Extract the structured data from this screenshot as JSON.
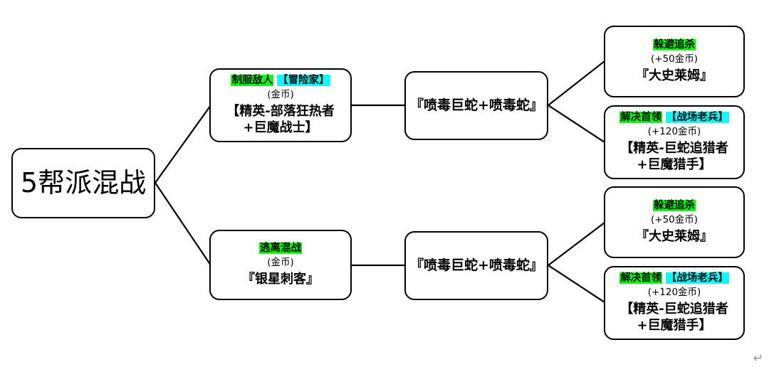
{
  "diagram": {
    "title": "5帮派混战",
    "root": {
      "label": "5帮派混战"
    },
    "nodes": [
      {
        "id": "branch-top",
        "header_green": "制服敌人",
        "header_cyan": "【冒险家】",
        "cost": "(金币)",
        "body": "【精英-部落狂热者+巨魔战士】"
      },
      {
        "id": "mid-top",
        "body": "『喷毒巨蛇+喷毒蛇』"
      },
      {
        "id": "leaf-top-1",
        "header_green": "躲避追杀",
        "header_cyan": "",
        "cost": "(+50金币)",
        "body": "『大史莱姆』"
      },
      {
        "id": "leaf-top-2",
        "header_green": "解决首领",
        "header_cyan": "【战场老兵】",
        "cost": "(+120金币)",
        "body": "【精英-巨蛇追猎者+巨魔猎手】"
      },
      {
        "id": "branch-bottom",
        "header_green": "逃离混战",
        "header_cyan": "",
        "cost": "(金币)",
        "body": "『银星刺客』"
      },
      {
        "id": "mid-bottom",
        "body": "『喷毒巨蛇+喷毒蛇』"
      },
      {
        "id": "leaf-bottom-1",
        "header_green": "躲避追杀",
        "header_cyan": "",
        "cost": "(+50金币)",
        "body": "『大史莱姆』"
      },
      {
        "id": "leaf-bottom-2",
        "header_green": "解决首领",
        "header_cyan": "【战场老兵】",
        "cost": "(+120金币)",
        "body": "【精英-巨蛇追猎者+巨魔猎手】"
      }
    ],
    "colors": {
      "highlight_green": "#00ff00",
      "highlight_cyan": "#00ffff",
      "border": "#000000",
      "background": "#ffffff",
      "paragraph_mark": "#9a9a9a"
    },
    "paragraph_mark": "↵"
  }
}
